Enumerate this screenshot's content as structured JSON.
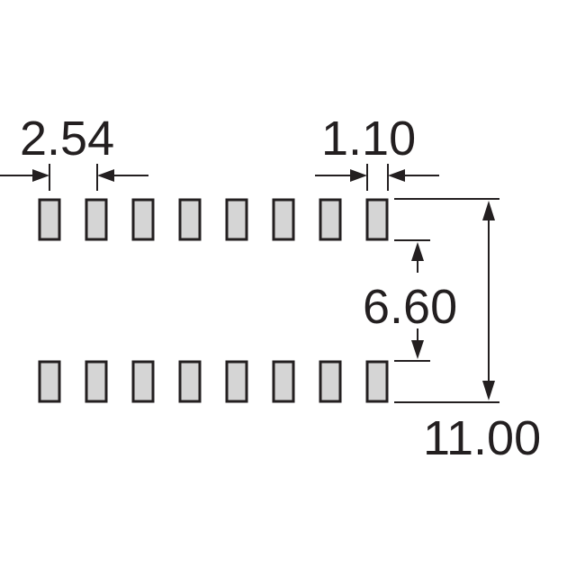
{
  "dimensions": {
    "pitch": "2.54",
    "pad_width": "1.10",
    "row_gap": "6.60",
    "overall_span": "11.00"
  },
  "pads": {
    "per_row": 8,
    "rows": 2
  },
  "colors": {
    "ink": "#231f20",
    "pad_fill": "#d5d5d5",
    "background": "#ffffff"
  }
}
